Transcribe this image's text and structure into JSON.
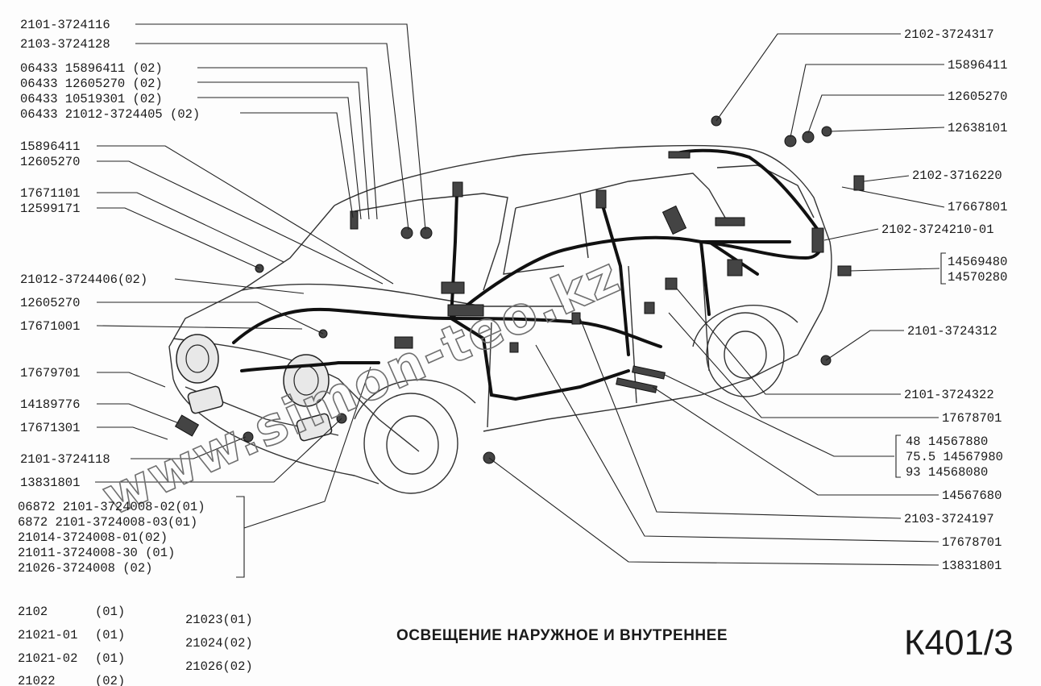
{
  "diagram": {
    "title": "ОСВЕЩЕНИЕ НАРУЖНОЕ И ВНУТРЕННЕЕ",
    "sheet_code": "К401/3",
    "watermark": "www.simon-teo.kz"
  },
  "labels_left": {
    "l01": "2101-3724116",
    "l02": "2103-3724128",
    "l03": "06433 15896411 (02)",
    "l04": "06433 12605270 (02)",
    "l05": "06433 10519301 (02)",
    "l06": "06433 21012-3724405 (02)",
    "l07": "15896411",
    "l08": "12605270",
    "l09": "17671101",
    "l10": "12599171",
    "l11": "21012-3724406(02)",
    "l12": "12605270",
    "l13": "17671001",
    "l14": "17679701",
    "l15": "14189776",
    "l16": "17671301",
    "l17": "2101-3724118",
    "l18": "13831801",
    "l19": "06872 2101-3724008-02(01)",
    "l20": "6872  2101-3724008-03(01)",
    "l21": "21014-3724008-01(02)",
    "l22": "21011-3724008-30   (01)",
    "l23": "21026-3724008 (02)"
  },
  "labels_right": {
    "r01": "2102-3724317",
    "r02": "15896411",
    "r03": "12605270",
    "r04": "12638101",
    "r05": "2102-3716220",
    "r06": "17667801",
    "r07": "2102-3724210-01",
    "r08": "14569480",
    "r09": "14570280",
    "r10": "2101-3724312",
    "r11": "2101-3724322",
    "r12": "17678701",
    "r13": "48  14567880",
    "r14": "75.5 14567980",
    "r15": "93  14568080",
    "r16": "14567680",
    "r17": "2103-3724197",
    "r18": "17678701",
    "r19": "13831801"
  },
  "models": {
    "m1": "2102",
    "m1v": "(01)",
    "m2": "21021-01",
    "m2v": "(01)",
    "m3": "21021-02",
    "m3v": "(01)",
    "m4": "21022",
    "m4v": "(02)",
    "m5": "21023(01)",
    "m6": "21024(02)",
    "m7": "21026(02)"
  }
}
